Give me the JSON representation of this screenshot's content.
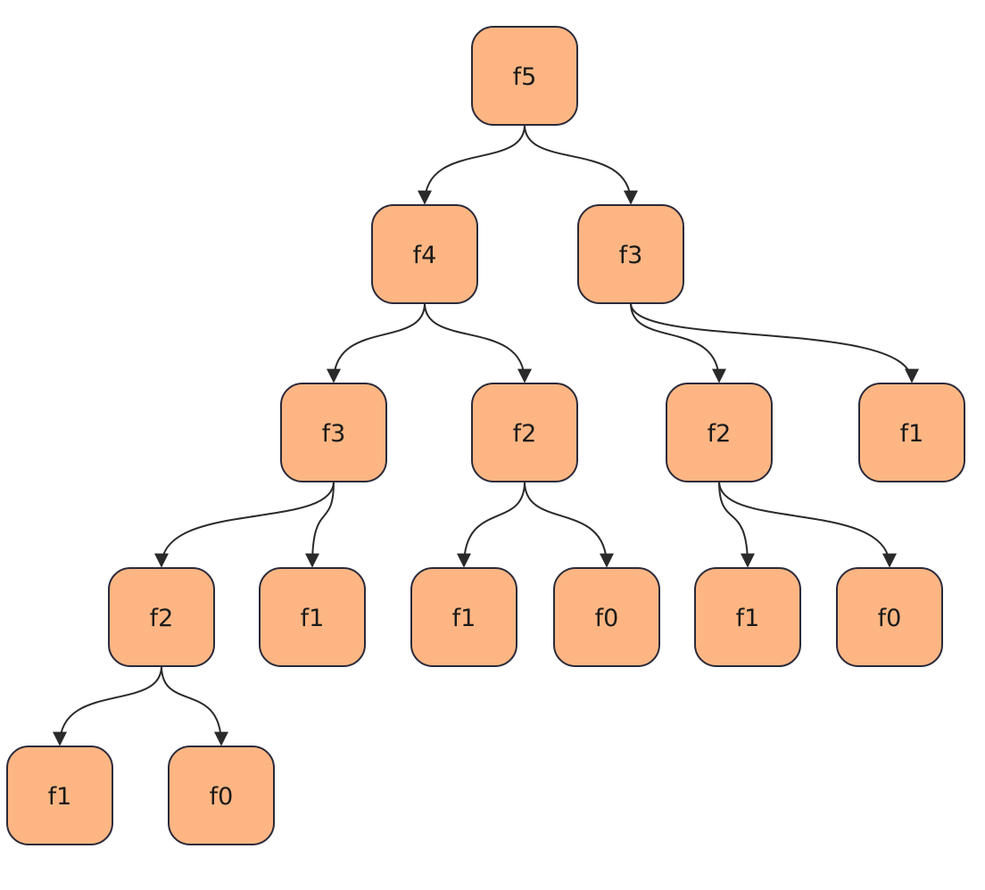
{
  "diagram": {
    "type": "recursion-tree",
    "colors": {
      "node_fill": "#FDB683",
      "node_border": "#2A2A3A",
      "edge": "#2A2A2A"
    },
    "nodes": [
      {
        "id": "n1",
        "label": "f5"
      },
      {
        "id": "n2",
        "label": "f4"
      },
      {
        "id": "n3",
        "label": "f3"
      },
      {
        "id": "n4",
        "label": "f3"
      },
      {
        "id": "n5",
        "label": "f2"
      },
      {
        "id": "n6",
        "label": "f2"
      },
      {
        "id": "n7",
        "label": "f1"
      },
      {
        "id": "n8",
        "label": "f2"
      },
      {
        "id": "n9",
        "label": "f1"
      },
      {
        "id": "n10",
        "label": "f1"
      },
      {
        "id": "n11",
        "label": "f0"
      },
      {
        "id": "n12",
        "label": "f1"
      },
      {
        "id": "n13",
        "label": "f0"
      },
      {
        "id": "n14",
        "label": "f1"
      },
      {
        "id": "n15",
        "label": "f0"
      }
    ],
    "edges": [
      {
        "from": "n1",
        "to": "n2"
      },
      {
        "from": "n1",
        "to": "n3"
      },
      {
        "from": "n2",
        "to": "n4"
      },
      {
        "from": "n2",
        "to": "n5"
      },
      {
        "from": "n3",
        "to": "n6"
      },
      {
        "from": "n3",
        "to": "n7"
      },
      {
        "from": "n4",
        "to": "n8"
      },
      {
        "from": "n4",
        "to": "n9"
      },
      {
        "from": "n5",
        "to": "n10"
      },
      {
        "from": "n5",
        "to": "n11"
      },
      {
        "from": "n6",
        "to": "n12"
      },
      {
        "from": "n6",
        "to": "n13"
      },
      {
        "from": "n8",
        "to": "n14"
      },
      {
        "from": "n8",
        "to": "n15"
      }
    ]
  }
}
